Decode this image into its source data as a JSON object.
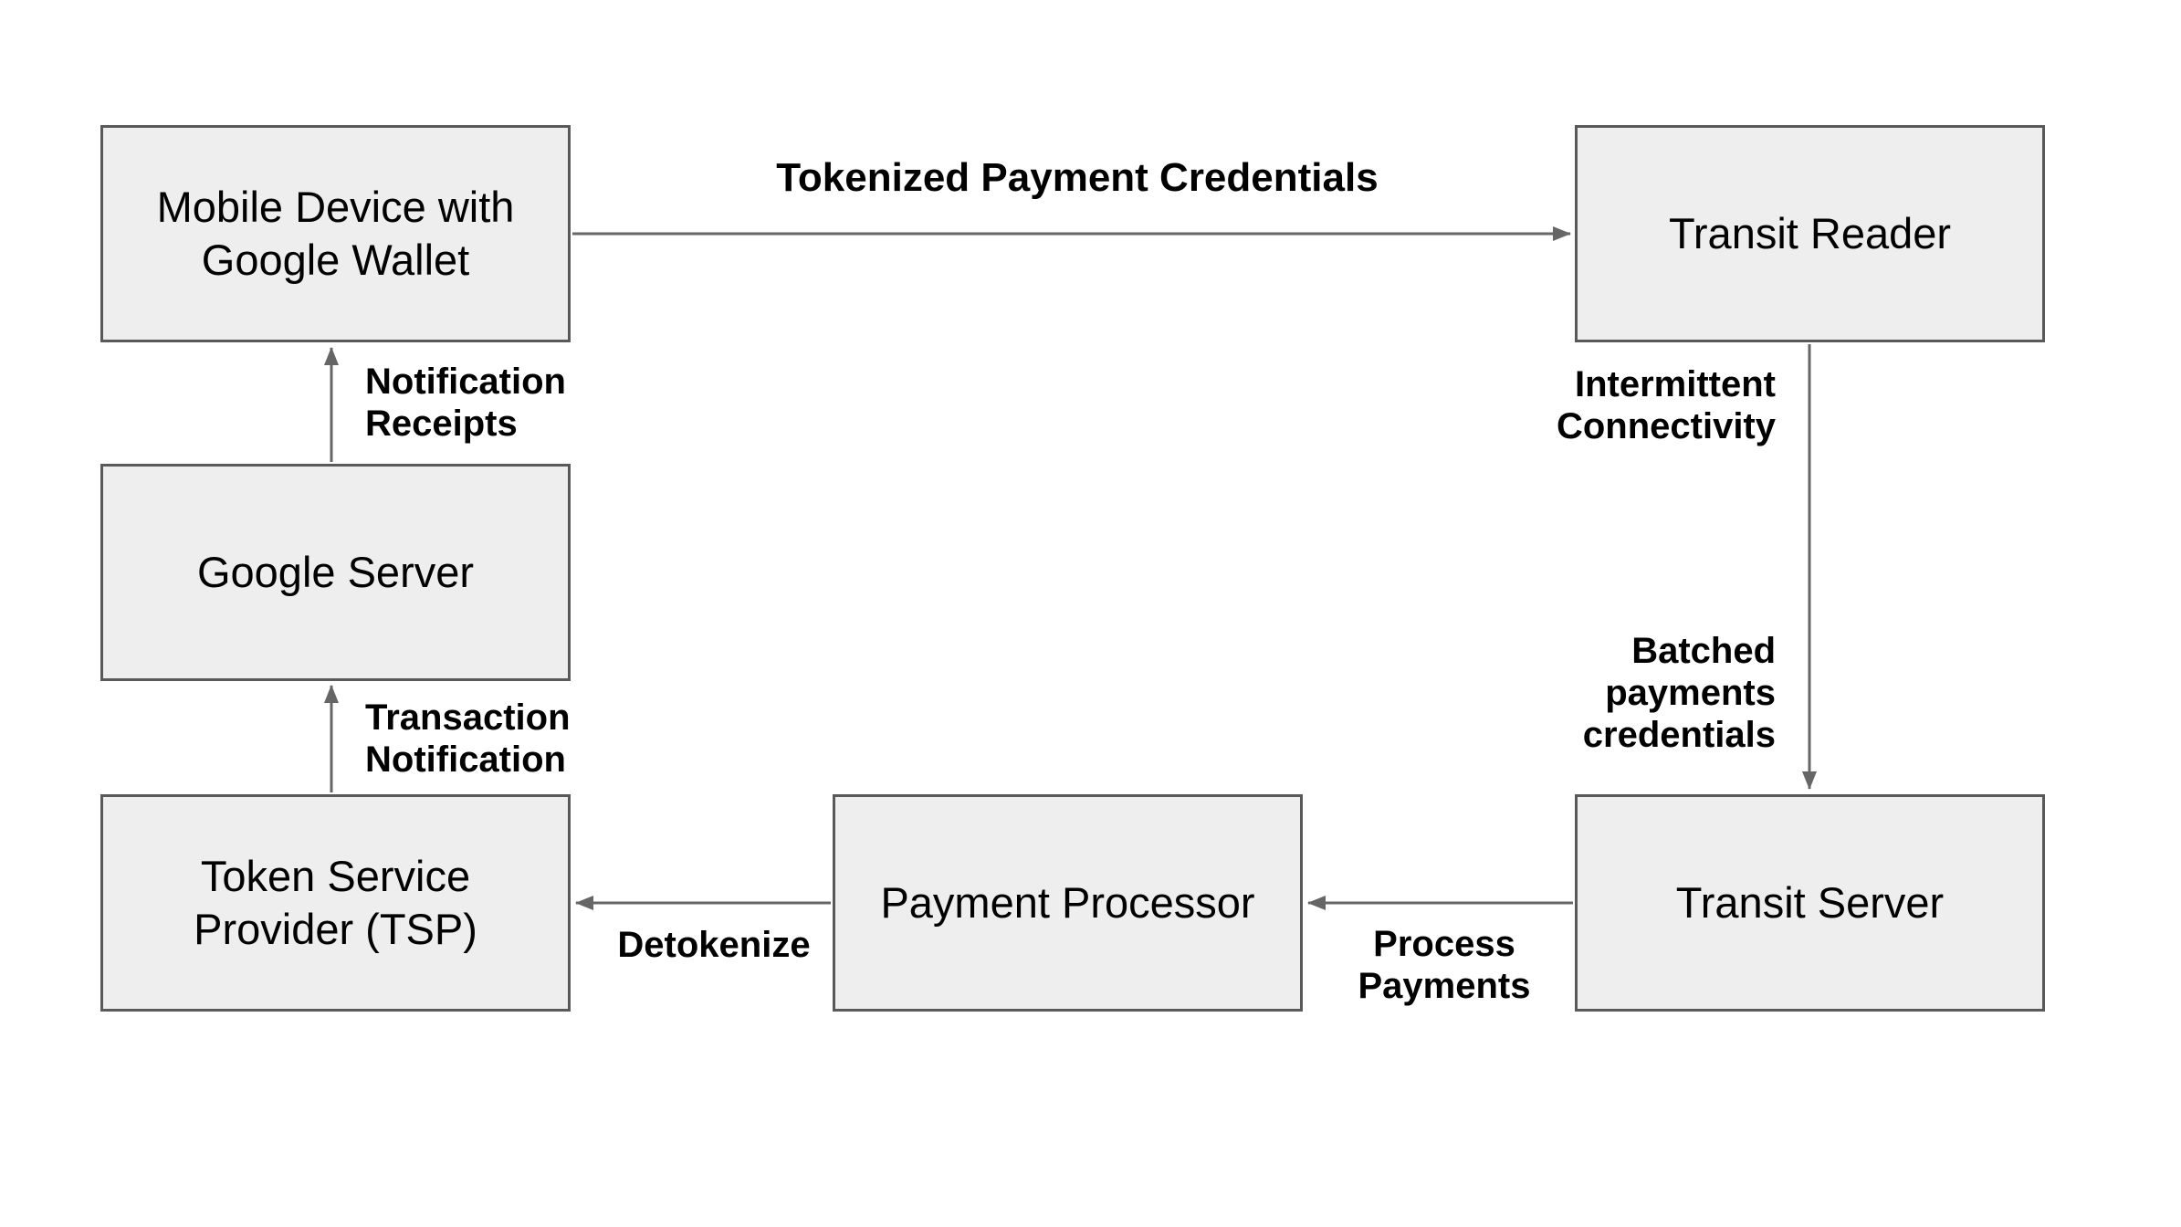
{
  "diagram": {
    "colors": {
      "background": "#ffffff",
      "box_fill": "#eeeeee",
      "box_border": "#595959",
      "arrow": "#666666",
      "text": "#000000"
    },
    "nodes": [
      {
        "id": "mobile-device-google-wallet",
        "label": "Mobile Device with\nGoogle Wallet"
      },
      {
        "id": "transit-reader",
        "label": "Transit Reader"
      },
      {
        "id": "google-server",
        "label": "Google Server"
      },
      {
        "id": "token-service-provider",
        "label": "Token Service\nProvider (TSP)"
      },
      {
        "id": "payment-processor",
        "label": "Payment Processor"
      },
      {
        "id": "transit-server",
        "label": "Transit Server"
      }
    ],
    "edges": [
      {
        "from": "mobile-device-google-wallet",
        "to": "transit-reader",
        "direction": "right",
        "label": "Tokenized Payment Credentials"
      },
      {
        "from": "transit-reader",
        "to": "transit-server",
        "direction": "down",
        "label": "Intermittent\nConnectivity",
        "secondary_label": "Batched\npayments\ncredentials"
      },
      {
        "from": "transit-server",
        "to": "payment-processor",
        "direction": "left",
        "label": "Process\nPayments"
      },
      {
        "from": "payment-processor",
        "to": "token-service-provider",
        "direction": "left",
        "label": "Detokenize"
      },
      {
        "from": "token-service-provider",
        "to": "google-server",
        "direction": "up",
        "label": "Transaction\nNotification"
      },
      {
        "from": "google-server",
        "to": "mobile-device-google-wallet",
        "direction": "up",
        "label": "Notification\nReceipts"
      }
    ]
  }
}
